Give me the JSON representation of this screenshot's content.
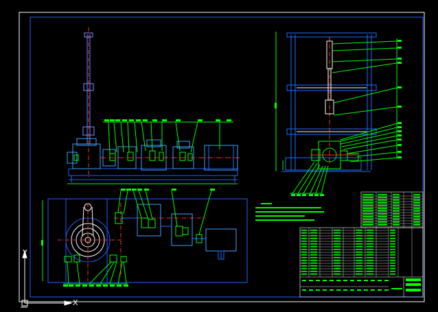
{
  "app": {
    "viewport": "model-space",
    "background_color": "#000000"
  },
  "colors": {
    "border": "#ffffff",
    "frame": "#0080ff",
    "geometry": "#00ff00",
    "centerline": "#ff2020",
    "dimension": "#00ff00",
    "accent_blue": "#0000ff",
    "annotation": "#00ff00"
  },
  "ucs_icon": {
    "x_label": "X",
    "y_label": "Y"
  },
  "icons": [
    "ucs-icon"
  ]
}
